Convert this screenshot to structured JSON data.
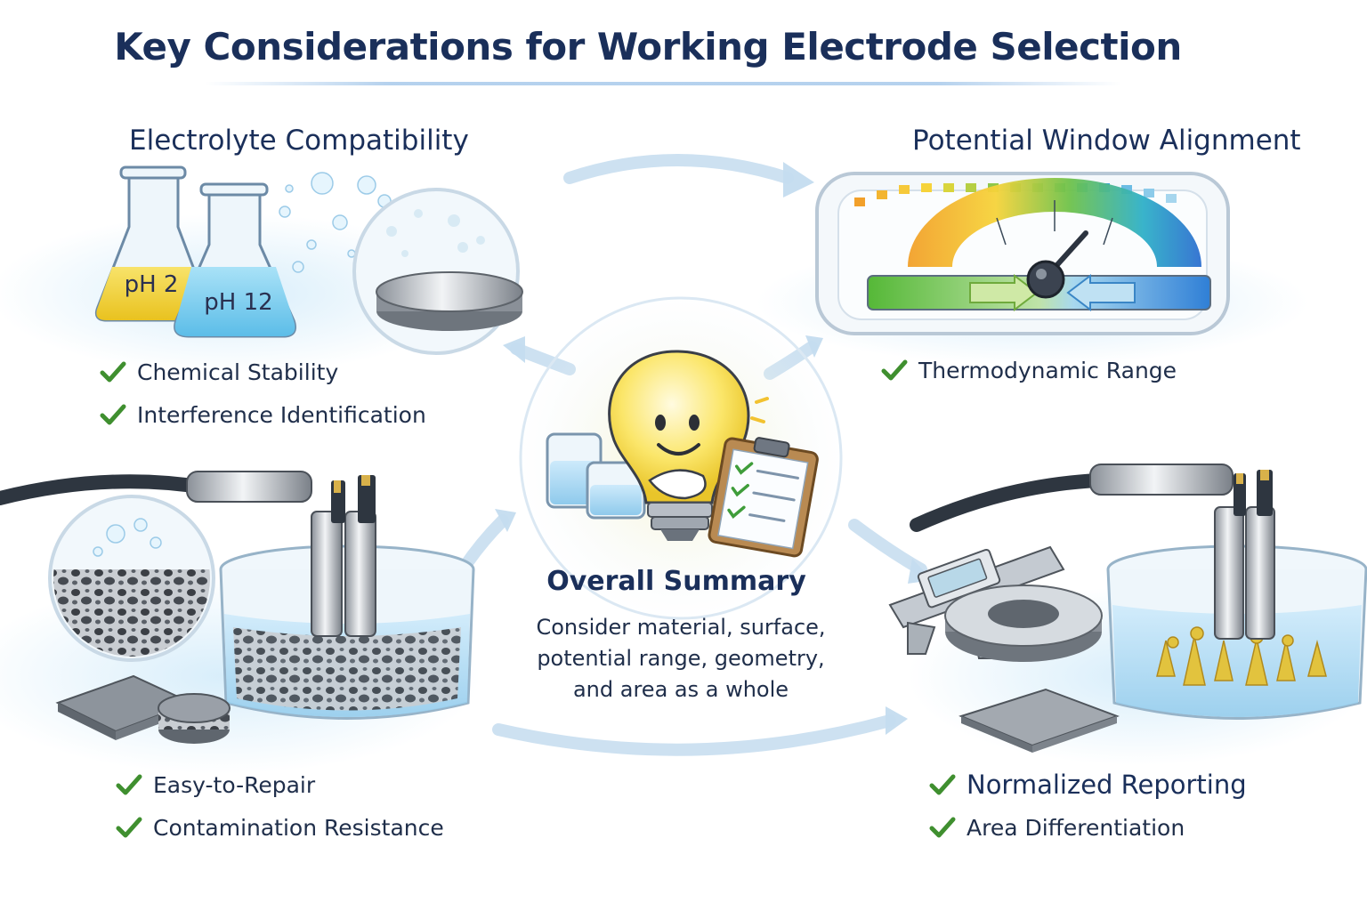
{
  "title": "Key Considerations for Working Electrode Selection",
  "sections": {
    "electrolyte": {
      "title": "Electrolyte Compatibility",
      "flask_left_label": "pH 2",
      "flask_right_label": "pH 12",
      "checks": [
        "Chemical Stability",
        "Interference Identification"
      ]
    },
    "potential": {
      "title": "Potential Window Alignment",
      "checks": [
        "Thermodynamic Range"
      ]
    },
    "surface": {
      "checks": [
        "Easy-to-Repair",
        "Contamination Resistance"
      ]
    },
    "geometry": {
      "checks": [
        "Normalized Reporting",
        "Area Differentiation"
      ]
    }
  },
  "summary": {
    "title": "Overall Summary",
    "body": "Consider material, surface, potential range, geometry, and area as a whole"
  },
  "colors": {
    "title": "#1a2f5a",
    "check": "#3f8f2f",
    "flask_acid": "#f3d236",
    "flask_base": "#7fd0f0",
    "water": "#bfe3f7"
  },
  "icons": [
    "check-icon",
    "flask-icon",
    "bulb-icon",
    "clipboard-icon",
    "gauge-icon",
    "caliper-icon",
    "arrow-icon",
    "beaker-icon",
    "electrode-icon"
  ]
}
